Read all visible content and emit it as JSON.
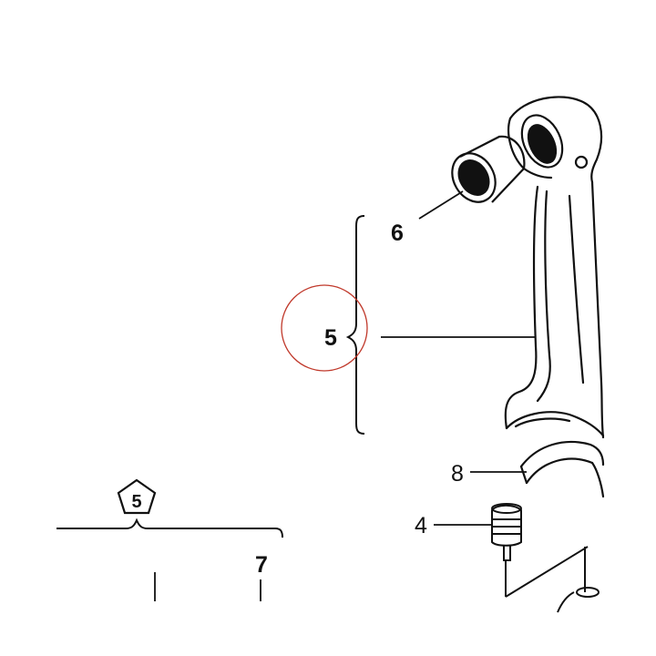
{
  "diagram": {
    "callouts": {
      "part6": "6",
      "part5": "5",
      "part8": "8",
      "part4": "4",
      "part7": "7",
      "pentagon": "5"
    },
    "colors": {
      "ink": "#111111",
      "highlight_circle": "#c0392b",
      "background": "#ffffff"
    }
  }
}
